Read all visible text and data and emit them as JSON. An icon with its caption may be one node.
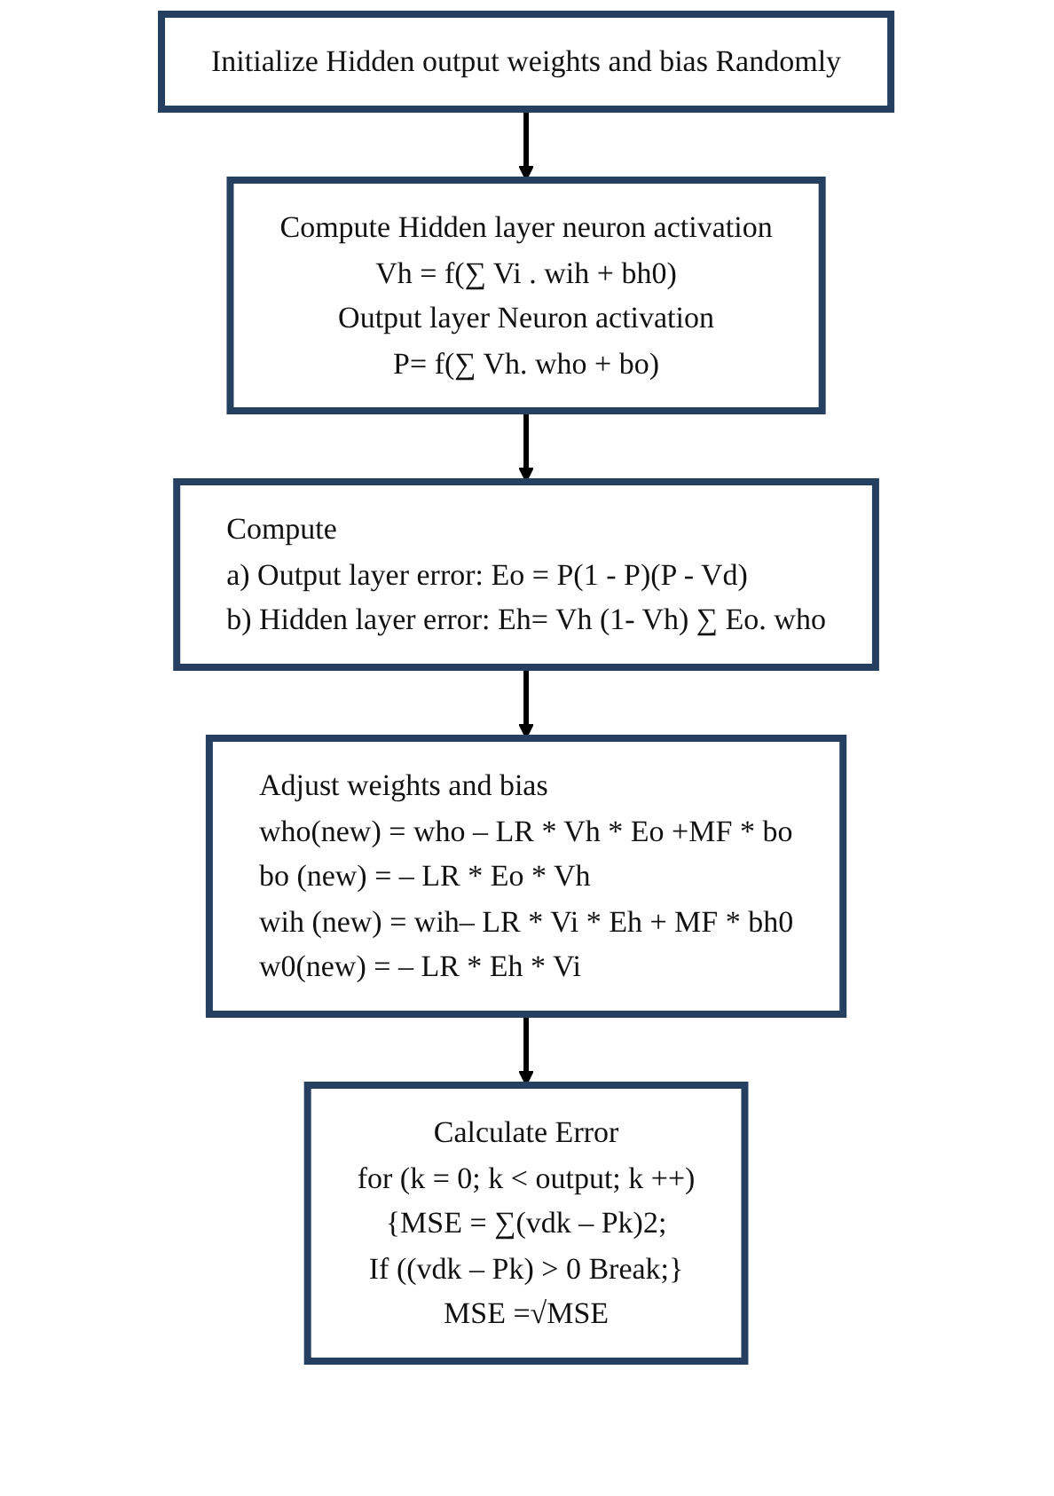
{
  "diagram": {
    "nodes": [
      {
        "text": [
          "Initialize Hidden output weights and bias Randomly"
        ]
      },
      {
        "text": [
          "Compute Hidden layer neuron activation",
          "Vh = f(∑ Vi . wih + bh0)",
          "Output layer Neuron activation",
          "P= f(∑ Vh. who + bo)"
        ]
      },
      {
        "text": [
          "Compute",
          "a) Output layer error: Eo = P(1 - P)(P - Vd)",
          "b) Hidden layer error: Eh= Vh (1- Vh) ∑ Eo. who"
        ]
      },
      {
        "text": [
          "Adjust weights and bias",
          "who(new) = who – LR * Vh * Eo +MF * bo",
          "bo (new) = – LR * Eo * Vh",
          "wih (new) = wih– LR * Vi * Eh + MF * bh0",
          "w0(new) = – LR * Eh * Vi"
        ]
      },
      {
        "text": [
          "Calculate Error",
          "for (k = 0; k < output; k ++)",
          "{MSE = ∑(vdk – Pk)2;",
          "If ((vdk – Pk) > 0 Break;}",
          "MSE =√MSE"
        ]
      }
    ],
    "edges": [
      {
        "from": 0,
        "to": 1,
        "arrow": "to"
      },
      {
        "from": 1,
        "to": 2,
        "arrow": "to"
      },
      {
        "from": 2,
        "to": 3,
        "arrow": "to"
      },
      {
        "from": 3,
        "to": 4,
        "arrow": "to"
      }
    ]
  }
}
